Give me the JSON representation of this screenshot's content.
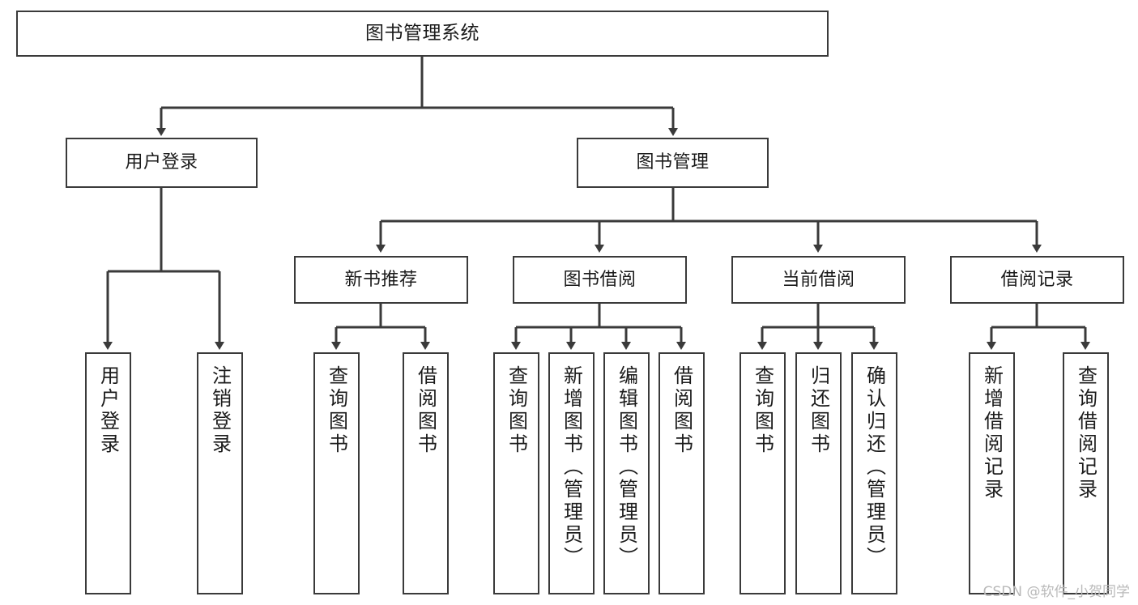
{
  "diagram": {
    "title": "图书管理系统",
    "type": "hierarchy-tree",
    "watermark": "CSDN @软件_小贺同学",
    "colors": {
      "stroke": "#3a3a3a",
      "fill": "#ffffff",
      "text": "#1b1b1b",
      "watermark": "#b9b9b9"
    },
    "root": {
      "label": "图书管理系统"
    },
    "level2": [
      {
        "label": "用户登录"
      },
      {
        "label": "图书管理"
      }
    ],
    "level3": [
      {
        "label": "新书推荐"
      },
      {
        "label": "图书借阅"
      },
      {
        "label": "当前借阅"
      },
      {
        "label": "借阅记录"
      }
    ],
    "leaves": {
      "user_login": [
        {
          "label": "用户登录"
        },
        {
          "label": "注销登录"
        }
      ],
      "new_book": [
        {
          "label": "查询图书"
        },
        {
          "label": "借阅图书"
        }
      ],
      "book_borrow": [
        {
          "label": "查询图书"
        },
        {
          "label": "新增图书（管理员）"
        },
        {
          "label": "编辑图书（管理员）"
        },
        {
          "label": "借阅图书"
        }
      ],
      "current_borrow": [
        {
          "label": "查询图书"
        },
        {
          "label": "归还图书"
        },
        {
          "label": "确认归还（管理员）"
        }
      ],
      "borrow_record": [
        {
          "label": "新增借阅记录"
        },
        {
          "label": "查询借阅记录"
        }
      ]
    }
  }
}
